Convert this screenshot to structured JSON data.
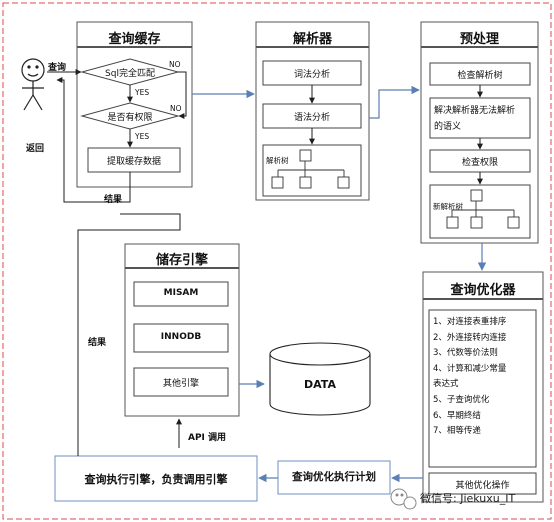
{
  "user_labels": {
    "query": "查询",
    "return": "返回",
    "result_top": "结果",
    "result_mid": "结果"
  },
  "query_cache": {
    "title": "查询缓存",
    "decision_sql": "Sql完全匹配",
    "decision_perm": "是否有权限",
    "yes1": "YES",
    "no1": "NO",
    "yes2": "YES",
    "no2": "NO",
    "fetch": "提取缓存数据"
  },
  "parser": {
    "title": "解析器",
    "lexical": "词法分析",
    "syntax": "语法分析",
    "tree_label": "解析树"
  },
  "preprocess": {
    "title": "预处理",
    "check_tree": "检查解析树",
    "resolve_line1": "解决解析器无法解析",
    "resolve_line2": "的语义",
    "check_perm": "检查权限",
    "tree_label": "新解析树"
  },
  "optimizer": {
    "title": "查询优化器",
    "items": [
      "1、对连接表重排序",
      "2、外连接转内连接",
      "3、代数等价法则",
      "4、计算和减少常量",
      "表达式",
      "5、子查询优化",
      "6、早期终结",
      "7、相等传递"
    ],
    "footer": "其他优化操作"
  },
  "storage": {
    "title": "储存引擎",
    "engines": [
      "MISAM",
      "INNODB",
      "其他引擎"
    ],
    "data": "DATA"
  },
  "plan": {
    "label": "查询优化执行计划"
  },
  "executor": {
    "label": "查询执行引擎，负责调用引擎",
    "api": "API 调用"
  },
  "watermark": {
    "text": "微信号: Jiekuxu_IT"
  }
}
